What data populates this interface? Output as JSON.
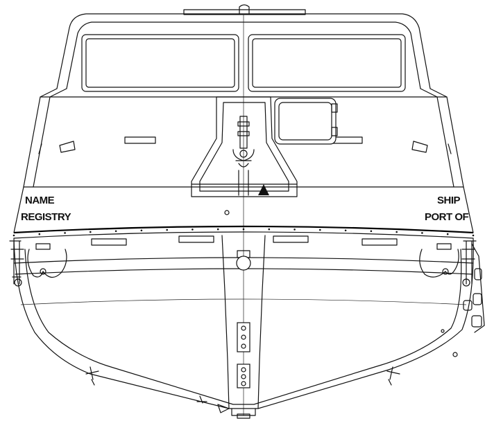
{
  "labels": {
    "left_top": "NAME",
    "left_bottom": "REGISTRY",
    "right_top": "SHIP",
    "right_bottom": "PORT OF"
  },
  "colors": {
    "line": "#111111",
    "background": "#ffffff"
  }
}
